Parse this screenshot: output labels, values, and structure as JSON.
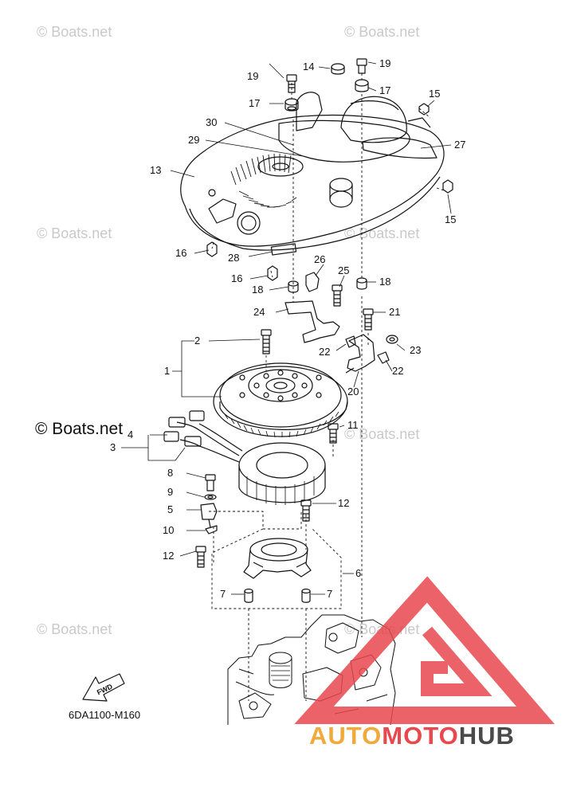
{
  "watermarks": [
    "© Boats.net",
    "© Boats.net",
    "© Boats.net",
    "© Boats.net",
    "© Boats.net",
    "© Boats.net",
    "© Boats.net"
  ],
  "watermark_dark": "© Boats.net",
  "diagram_code": "6DA1100-M160",
  "fwd_label": "FWD",
  "brand": {
    "part1": "AUTO",
    "part2": "MOTO",
    "part3": "HUB"
  },
  "callouts": [
    "1",
    "2",
    "3",
    "4",
    "5",
    "6",
    "7",
    "7",
    "8",
    "9",
    "10",
    "11",
    "12",
    "12",
    "13",
    "14",
    "15",
    "15",
    "16",
    "16",
    "17",
    "17",
    "18",
    "18",
    "19",
    "19",
    "20",
    "21",
    "22",
    "22",
    "23",
    "24",
    "25",
    "26",
    "27",
    "28",
    "29",
    "30"
  ],
  "colors": {
    "line": "#111111",
    "logo_red": "#e8484e",
    "logo_orange": "#f2a93b",
    "watermark": "#c9c9c9"
  }
}
